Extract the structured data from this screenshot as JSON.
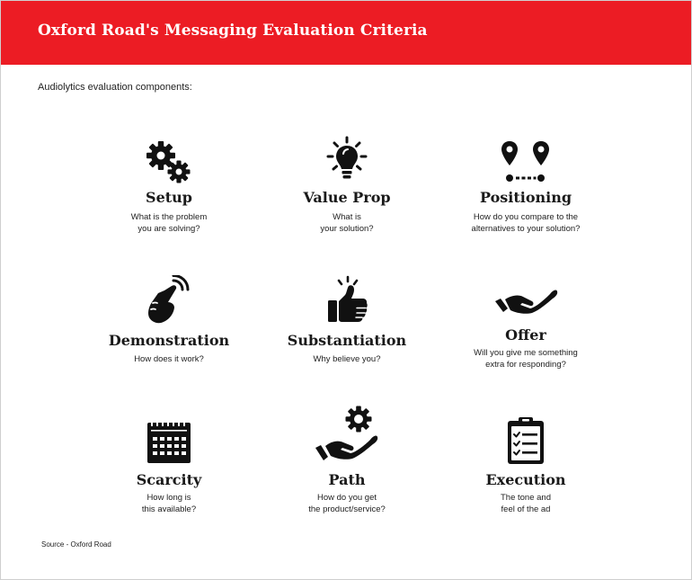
{
  "header": {
    "title": "Oxford Road's Messaging Evaluation Criteria"
  },
  "intro": "Audiolytics evaluation components:",
  "source": "Source - Oxford Road",
  "colors": {
    "accent": "#ec1c24",
    "icon": "#111111"
  },
  "items": [
    {
      "icon": "gears-icon",
      "title": "Setup",
      "lines": [
        "What is the problem",
        "you are solving?"
      ]
    },
    {
      "icon": "lightbulb-icon",
      "title": "Value Prop",
      "lines": [
        "What is",
        "your solution?"
      ]
    },
    {
      "icon": "map-pins-icon",
      "title": "Positioning",
      "lines": [
        "How do you compare to the",
        "alternatives to your solution?"
      ]
    },
    {
      "icon": "hand-tap-icon",
      "title": "Demonstration",
      "lines": [
        "How does it work?"
      ]
    },
    {
      "icon": "thumbs-up-icon",
      "title": "Substantiation",
      "lines": [
        "Why believe you?"
      ]
    },
    {
      "icon": "open-hand-icon",
      "title": "Offer",
      "lines": [
        "Will you give me something",
        "extra for responding?"
      ]
    },
    {
      "icon": "calendar-icon",
      "title": "Scarcity",
      "lines": [
        "How long is",
        "this available?"
      ]
    },
    {
      "icon": "hand-gear-icon",
      "title": "Path",
      "lines": [
        "How do you get",
        "the product/service?"
      ]
    },
    {
      "icon": "clipboard-checklist-icon",
      "title": "Execution",
      "lines": [
        "The tone and",
        "feel of the ad"
      ]
    }
  ]
}
